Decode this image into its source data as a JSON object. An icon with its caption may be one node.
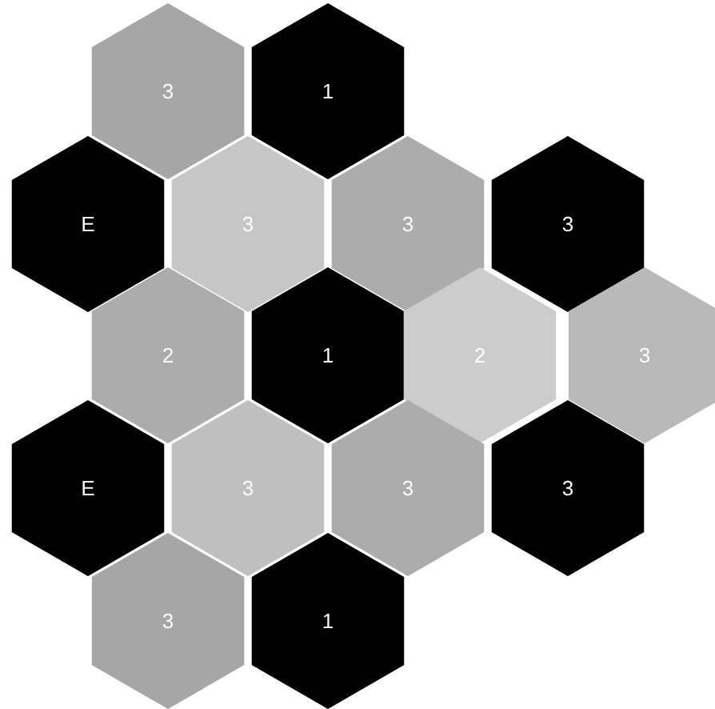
{
  "diagram": {
    "nodes": [
      {
        "text": [
          "3"
        ]
      },
      {
        "text": [
          "1"
        ]
      },
      {
        "text": [
          "E"
        ]
      },
      {
        "text": [
          "3"
        ]
      },
      {
        "text": [
          "3"
        ]
      },
      {
        "text": [
          "3"
        ]
      },
      {
        "text": [
          "2"
        ]
      },
      {
        "text": [
          "1"
        ]
      },
      {
        "text": [
          "2"
        ]
      },
      {
        "text": [
          "3"
        ]
      },
      {
        "text": [
          "E"
        ]
      },
      {
        "text": [
          "3"
        ]
      },
      {
        "text": [
          "3"
        ]
      },
      {
        "text": [
          "3"
        ]
      },
      {
        "text": [
          "3"
        ]
      },
      {
        "text": [
          "1"
        ]
      }
    ]
  }
}
